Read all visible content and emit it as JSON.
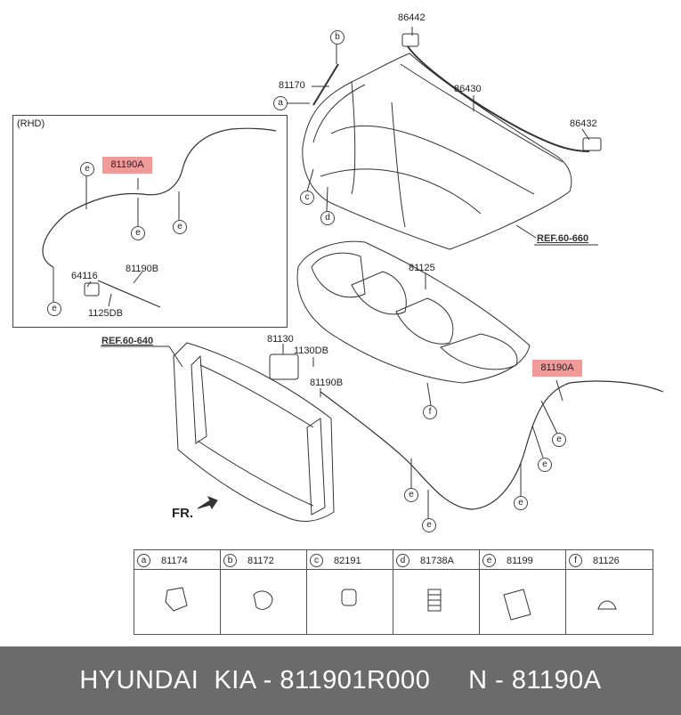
{
  "inset": {
    "title": "(RHD)"
  },
  "parts": {
    "p86442": "86442",
    "p86430": "86430",
    "p86432": "86432",
    "p81170": "81170",
    "p81125": "81125",
    "p81130": "81130",
    "p1130DB": "1130DB",
    "p81190B_main": "81190B",
    "p81190B_inset": "81190B",
    "p64116": "64116",
    "p1125DB": "1125DB",
    "p81190A_inset": "81190A",
    "p81190A_main": "81190A"
  },
  "refs": {
    "ref_660": "REF.60-660",
    "ref_640": "REF.60-640"
  },
  "callouts": {
    "a": "a",
    "b": "b",
    "c": "c",
    "d": "d",
    "e": "e",
    "f": "f"
  },
  "direction": "FR.",
  "legend": [
    {
      "letter": "a",
      "code": "81174"
    },
    {
      "letter": "b",
      "code": "81172"
    },
    {
      "letter": "c",
      "code": "82191"
    },
    {
      "letter": "d",
      "code": "81738A"
    },
    {
      "letter": "e",
      "code": "81199"
    },
    {
      "letter": "f",
      "code": "81126"
    }
  ],
  "footer": {
    "text": "HYUNDAI  KIA - 811901R000     N - 81190A"
  },
  "colors": {
    "highlight": "#f19a9a",
    "footer_bg": "#6b6b6b",
    "footer_text": "#ffffff"
  }
}
